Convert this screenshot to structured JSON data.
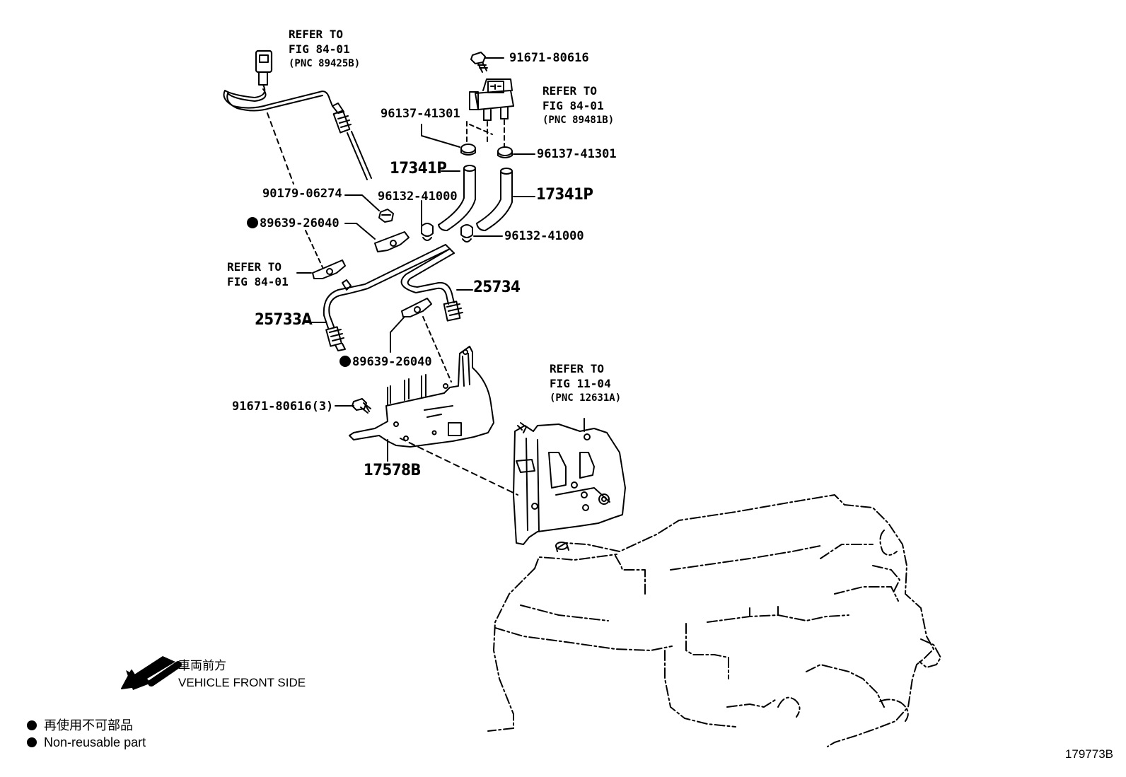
{
  "diagram": {
    "references": {
      "sensor_ref": {
        "line1": "REFER TO",
        "line2": "FIG 84-01",
        "line3": "(PNC 89425B)"
      },
      "switch_ref": {
        "line1": "REFER TO",
        "line2": "FIG 84-01",
        "line3": "(PNC 89481B)"
      },
      "clamp_ref": {
        "line1": "REFER TO",
        "line2": "FIG 84-01"
      },
      "bracket_ref": {
        "line1": "REFER TO",
        "line2": "FIG 11-04",
        "line3": "(PNC 12631A)"
      }
    },
    "parts": {
      "bolt_top": "91671-80616",
      "clip_left": "96137-41301",
      "clip_right": "96137-41301",
      "hose_left": "17341P",
      "hose_right": "17341P",
      "clamp_left": "96132-41000",
      "clamp_right": "96132-41000",
      "clamp_nut": "90179-06274",
      "clamp_upper": "89639-26040",
      "pipe_right": "25734",
      "pipe_left": "25733A",
      "clamp_lower": "89639-26040",
      "bolt_bracket": "91671-80616(3)",
      "bracket": "17578B"
    },
    "legend": {
      "front_jp": "車両前方",
      "front_en": "VEHICLE FRONT SIDE",
      "nonreuse_jp": "再使用不可部品",
      "nonreuse_en": "Non-reusable part"
    },
    "document_number": "179773B"
  }
}
